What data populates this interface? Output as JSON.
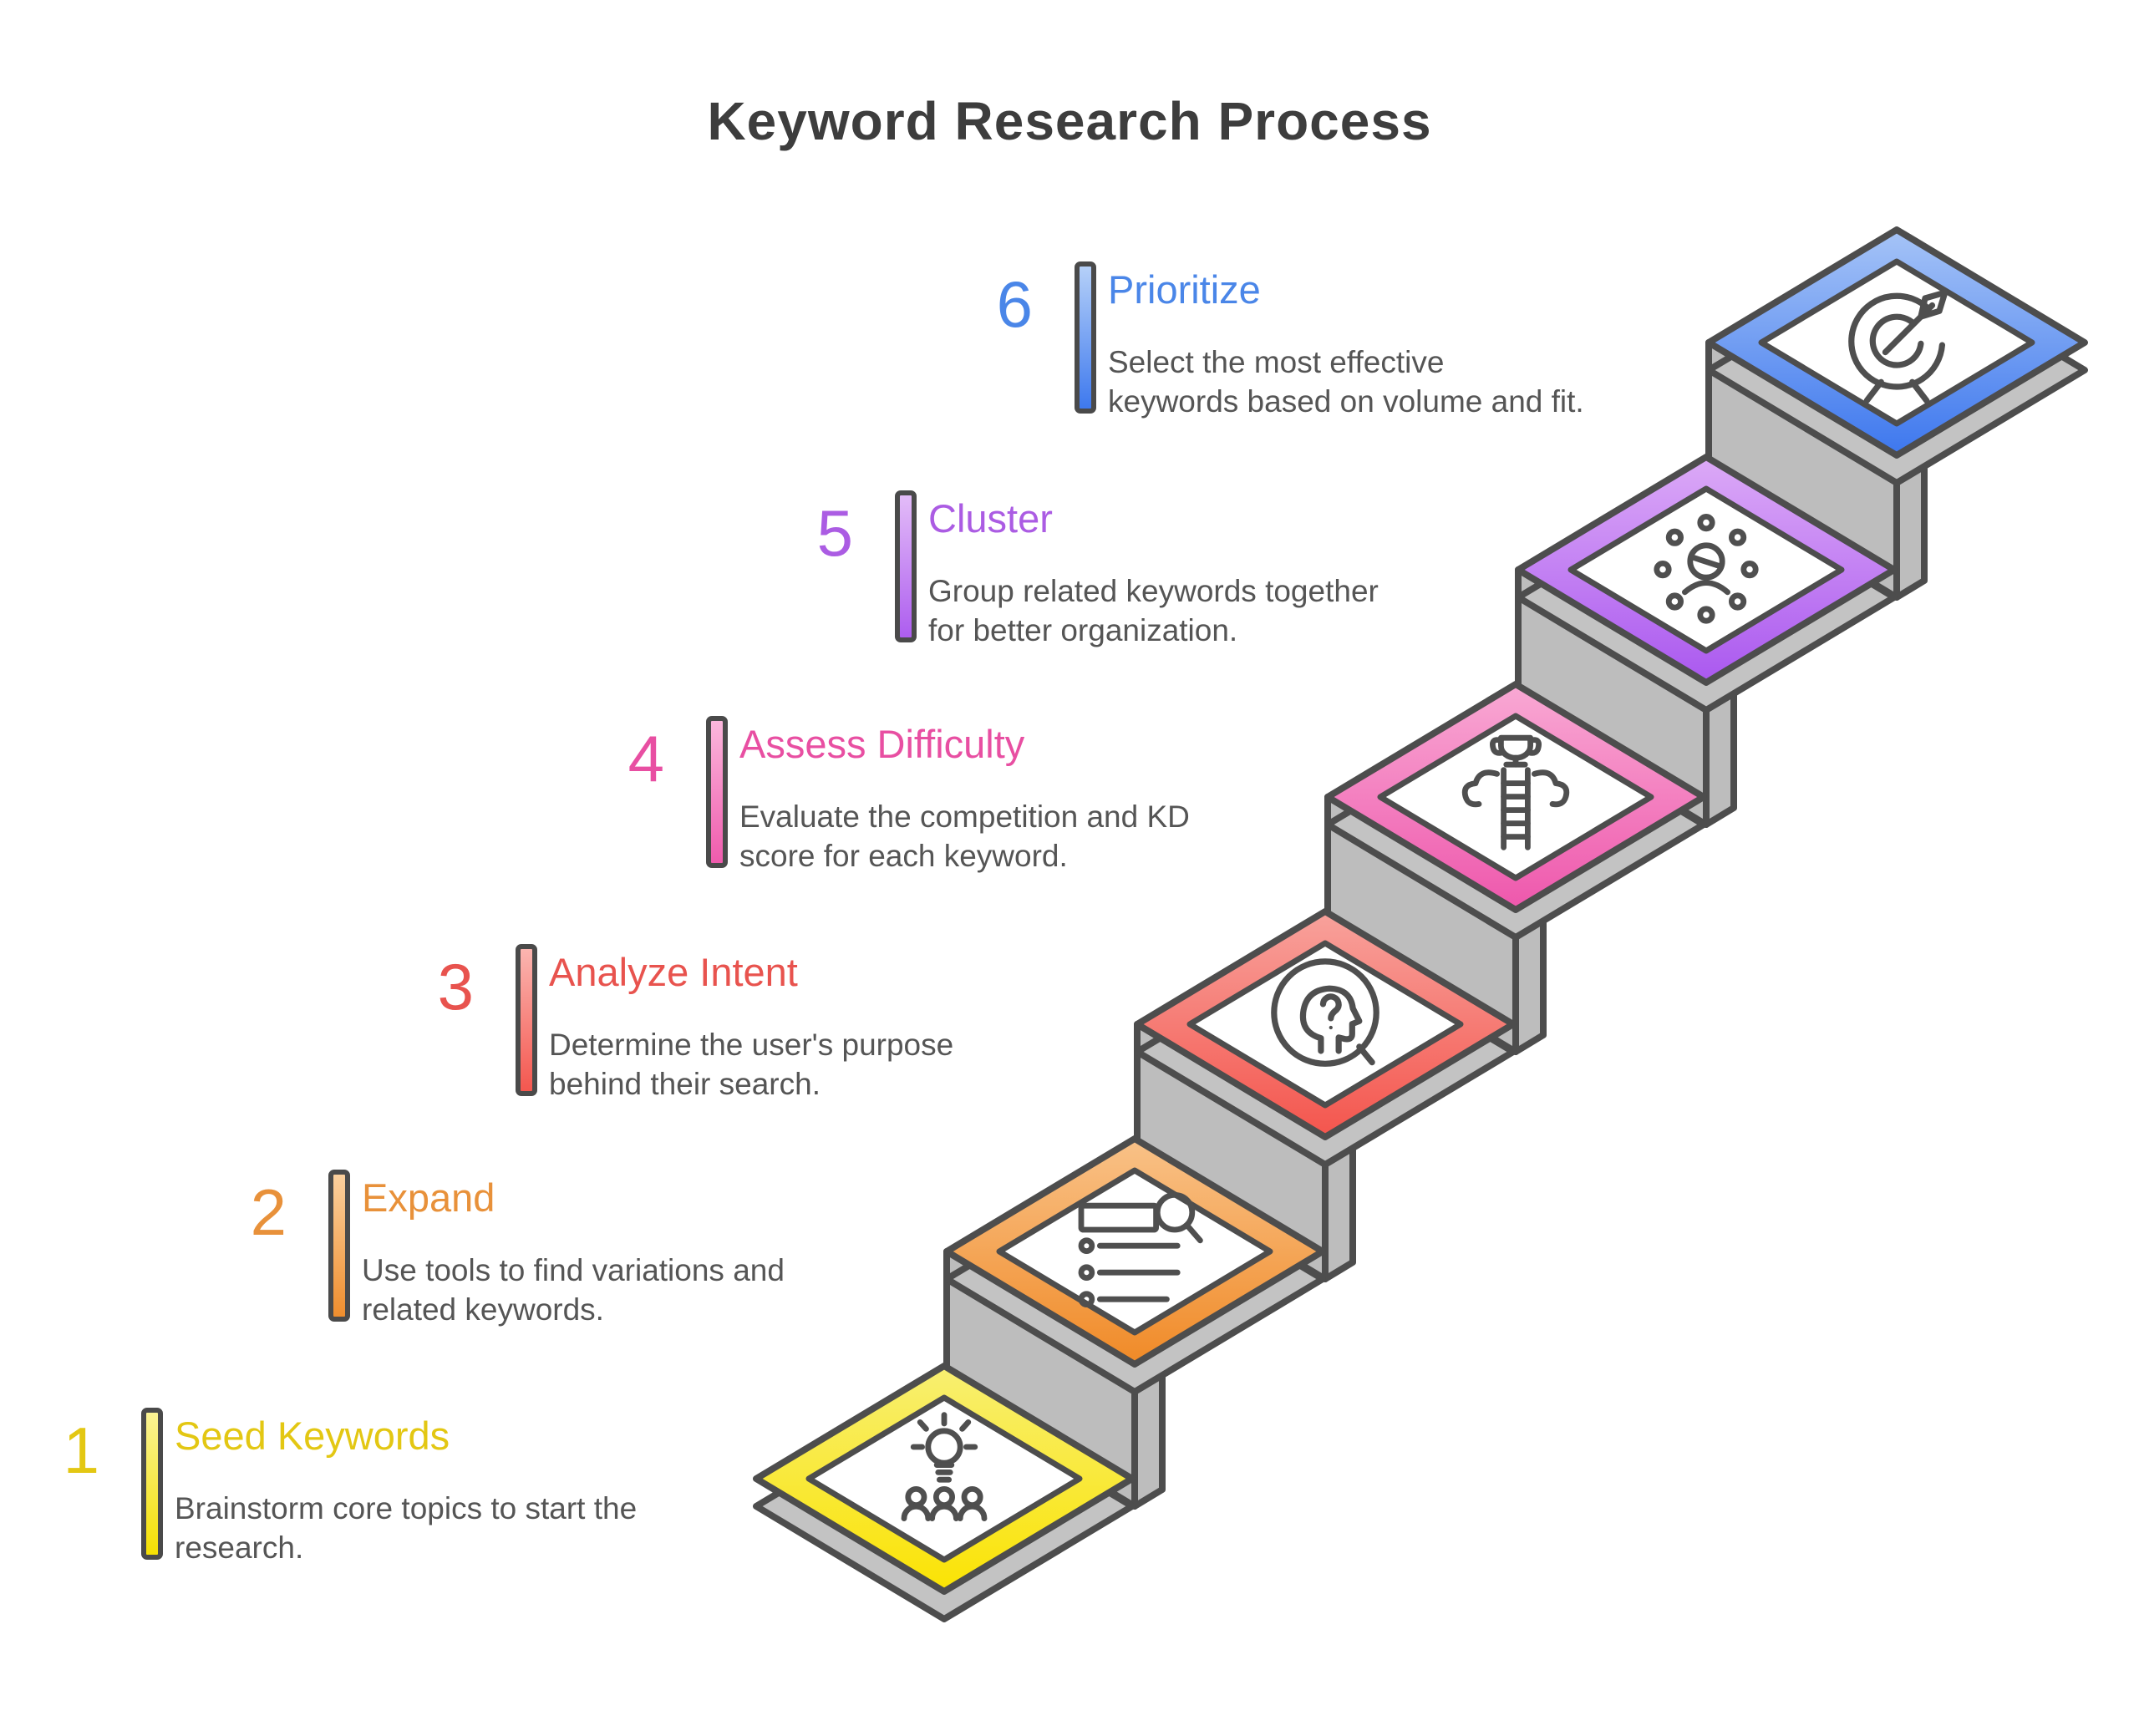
{
  "title": "Keyword Research Process",
  "outline_color": "#4d4d4d",
  "platform_gray": "#bdbdbd",
  "description_text_color": "#555555",
  "steps": [
    {
      "number": "1",
      "label": "Seed Keywords",
      "description": "Brainstorm core topics to start the\nresearch.",
      "accent_color": "#e3c713",
      "frame_gradient": [
        "#f8ef72",
        "#fae303"
      ],
      "icon": "idea-team-icon"
    },
    {
      "number": "2",
      "label": "Expand",
      "description": "Use tools to find variations and\nrelated keywords.",
      "accent_color": "#e8913a",
      "frame_gradient": [
        "#f9c288",
        "#f08a27"
      ],
      "icon": "keyword-list-search-icon"
    },
    {
      "number": "3",
      "label": "Analyze Intent",
      "description": "Determine the user's purpose\nbehind their search.",
      "accent_color": "#e8534e",
      "frame_gradient": [
        "#f8a29c",
        "#f4554d"
      ],
      "icon": "intent-head-search-icon"
    },
    {
      "number": "4",
      "label": "Assess Difficulty",
      "description": "Evaluate the competition and KD\nscore for each keyword.",
      "accent_color": "#e84fa2",
      "frame_gradient": [
        "#f9a9d4",
        "#ee57ac"
      ],
      "icon": "difficulty-ladder-trophy-icon"
    },
    {
      "number": "5",
      "label": "Cluster",
      "description": "Group related keywords together\nfor better organization.",
      "accent_color": "#ab5ce3",
      "frame_gradient": [
        "#dcaaf7",
        "#aa58ef"
      ],
      "icon": "cluster-people-icon"
    },
    {
      "number": "6",
      "label": "Prioritize",
      "description": "Select the most effective\nkeywords based on volume and fit.",
      "accent_color": "#4a86e8",
      "frame_gradient": [
        "#a6c4f7",
        "#3d77ee"
      ],
      "icon": "target-arrow-icon"
    }
  ]
}
